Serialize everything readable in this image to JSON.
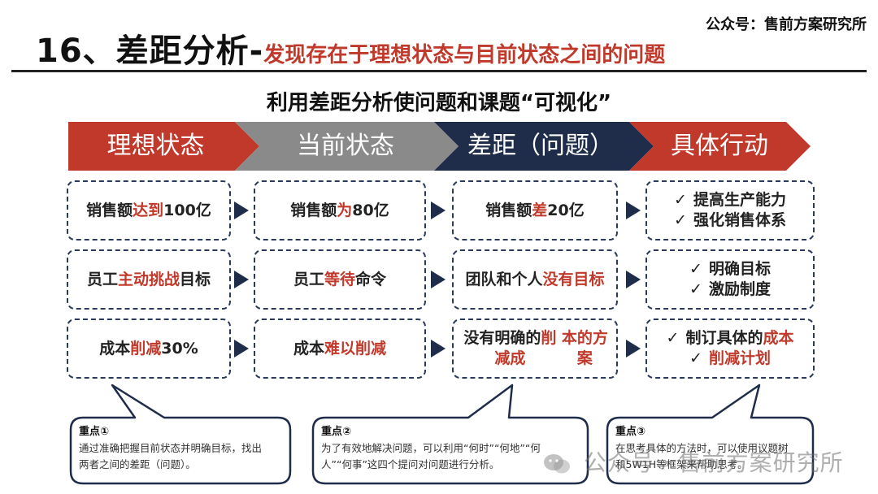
{
  "header": {
    "source": "公众号：售前方案研究所",
    "title": "16、差距分析-",
    "title_sub": "发现存在于理想状态与目前状态之间的问题"
  },
  "subtitle": "利用差距分析使问题和课题“可视化”",
  "stages": [
    {
      "label": "理想状态",
      "color": "#c0392b"
    },
    {
      "label": "当前状态",
      "color": "#8a8a8a"
    },
    {
      "label": "差距（问题）",
      "color": "#1f2d4a"
    },
    {
      "label": "具体行动",
      "color": "#c0392b"
    }
  ],
  "rows": [
    {
      "ideal": [
        {
          "t": "销售额"
        },
        {
          "t": "达到",
          "hl": true
        },
        {
          "t": "100亿"
        }
      ],
      "current": [
        {
          "t": "销售额"
        },
        {
          "t": "为",
          "hl": true
        },
        {
          "t": "80亿"
        }
      ],
      "gap": [
        [
          {
            "t": "销售额"
          },
          {
            "t": "差",
            "hl": true
          },
          {
            "t": "20亿"
          }
        ]
      ],
      "actions": [
        [
          {
            "t": "提高生产能力"
          }
        ],
        [
          {
            "t": "强化销售体系"
          }
        ]
      ]
    },
    {
      "ideal": [
        {
          "t": "员工"
        },
        {
          "t": "主动挑战",
          "hl": true
        },
        {
          "t": "目标"
        }
      ],
      "current": [
        {
          "t": "员工"
        },
        {
          "t": "等待",
          "hl": true
        },
        {
          "t": "命令"
        }
      ],
      "gap": [
        [
          {
            "t": "团队和个人"
          }
        ],
        [
          {
            "t": "没有目标",
            "hl": true
          }
        ]
      ],
      "actions": [
        [
          {
            "t": "明确目标"
          }
        ],
        [
          {
            "t": "激励制度"
          }
        ]
      ]
    },
    {
      "ideal": [
        {
          "t": "成本"
        },
        {
          "t": "削减",
          "hl": true
        },
        {
          "t": "30%"
        }
      ],
      "current": [
        {
          "t": "成本"
        },
        {
          "t": "难以削减",
          "hl": true
        }
      ],
      "gap": [
        [
          {
            "t": "没有明确的"
          },
          {
            "t": "削减成",
            "hl": true
          }
        ],
        [
          {
            "t": "本的方案",
            "hl": true
          }
        ]
      ],
      "actions": [
        [
          {
            "t": "制订具体的"
          },
          {
            "t": "成本",
            "hl": true
          }
        ],
        [
          {
            "t": "削减计划",
            "hl": true
          }
        ]
      ]
    }
  ],
  "check_mark": "✓",
  "notes": [
    {
      "title": "重点①",
      "body": [
        "通过准确把握目前状态并明确目标，找出",
        "两者之间的差距（问题）。"
      ]
    },
    {
      "title": "重点②",
      "body": [
        "为了有效地解决问题，可以利用“何时”“何地”“何",
        "人”“何事”这四个提问对问题进行分析。"
      ]
    },
    {
      "title": "重点③",
      "body": [
        "在思考具体的方法时，可以使用议题树",
        "和5W1H等框架来帮助思考。"
      ]
    }
  ],
  "watermark": "公众号 · 售前方案研究所"
}
